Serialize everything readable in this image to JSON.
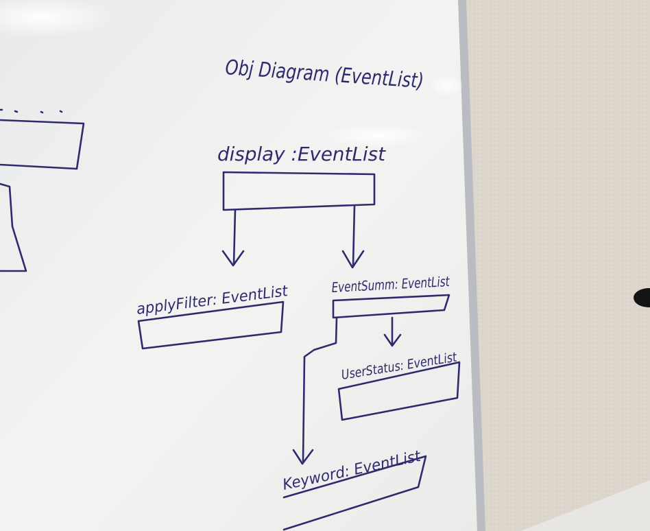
{
  "scene": {
    "subject": "whiteboard",
    "ink_color": "#2e2a6e",
    "board_color": "#f4f4f2",
    "wall_color": "#dcd6cc",
    "frame_color": "#b9bcc0"
  },
  "board": {
    "title": "Obj Diagram (EventList)",
    "objects": [
      {
        "label": "display :EventList"
      },
      {
        "label": "applyFilter: EventList"
      },
      {
        "label": "EventSumm: EventList"
      },
      {
        "label": "UserStatus: EventList"
      },
      {
        "label": "Keyword: EventList"
      }
    ]
  }
}
